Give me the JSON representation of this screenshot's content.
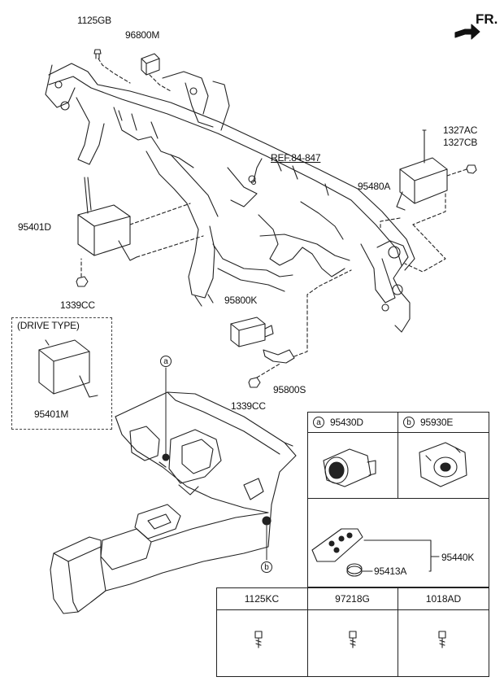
{
  "direction_marker": "FR.",
  "reference": "REF.84-847",
  "parts": {
    "p1125GB": "1125GB",
    "p96800M": "96800M",
    "p1327AC": "1327AC",
    "p1327CB": "1327CB",
    "p95480A": "95480A",
    "p95401D": "95401D",
    "p1339CC_a": "1339CC",
    "p95800K": "95800K",
    "p95800S": "95800S",
    "p1339CC_b": "1339CC",
    "drive_type": "(DRIVE TYPE)",
    "p95401M": "95401M"
  },
  "callouts": {
    "a": "a",
    "b": "b"
  },
  "table": {
    "cell_a_circle": "a",
    "cell_a_part": "95430D",
    "cell_b_circle": "b",
    "cell_b_part": "95930E",
    "p95440K": "95440K",
    "p95413A": "95413A",
    "fasteners": [
      "1125KC",
      "97218G",
      "1018AD"
    ]
  }
}
